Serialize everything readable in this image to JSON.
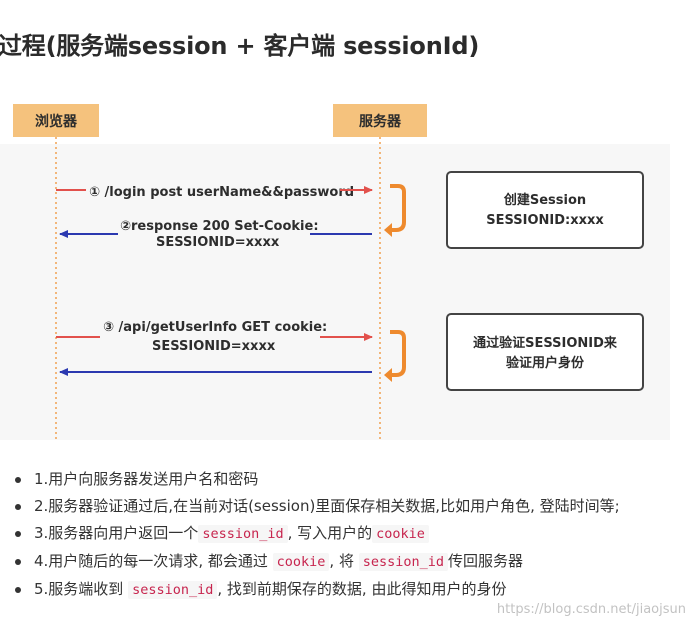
{
  "heading": "过程(服务端session + 客户端 sessionId)",
  "diagram": {
    "actors": {
      "browser": "浏览器",
      "server": "服务器"
    },
    "messages": {
      "m1": "① /login post userName&&password",
      "m2_line1": "②response 200 Set-Cookie:",
      "m2_line2": "SESSIONID=xxxx",
      "m3_line1": "③ /api/getUserInfo GET cookie:",
      "m3_line2": "SESSIONID=xxxx"
    },
    "notes": {
      "n1_line1": "创建Session",
      "n1_line2": "SESSIONID:xxxx",
      "n2_line1": "通过验证SESSIONID来",
      "n2_line2": "验证用户身份"
    },
    "colors": {
      "actor_box": "#f5c27d",
      "lifeline": "#f0a050",
      "request_arrow": "#e2514c",
      "response_arrow": "#2b39b0",
      "process_arrow": "#ee8a2e",
      "note_border": "#444444"
    }
  },
  "steps": {
    "s1": "1.用户向服务器发送用户名和密码",
    "s2": "2.服务器验证通过后,在当前对话(session)里面保存相关数据,比如用户角色, 登陆时间等;",
    "s3_a": "3.服务器向用户返回一个",
    "s3_code1": "session_id",
    "s3_b": ", 写入用户的",
    "s3_code2": "cookie",
    "s4_a": "4.用户随后的每一次请求, 都会通过",
    "s4_code1": "cookie",
    "s4_b": ", 将",
    "s4_code2": "session_id",
    "s4_c": "传回服务器",
    "s5_a": "5.服务端收到",
    "s5_code1": "session_id",
    "s5_b": ", 找到前期保存的数据, 由此得知用户的身份"
  },
  "watermark": "https://blog.csdn.net/jiaojsun"
}
